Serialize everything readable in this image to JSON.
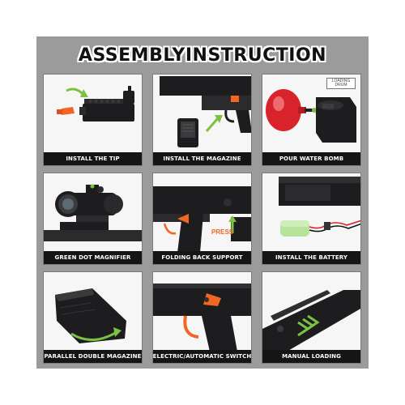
{
  "title": "ASSEMBLYINSTRUCTION",
  "colors": {
    "background": "#9b9b9b",
    "caption_bar": "#151515",
    "accent_orange": "#f26522",
    "accent_green": "#7cc242",
    "gun_black": "#1d1d1f"
  },
  "panels": [
    {
      "caption": "INSTALL THE TIP",
      "icon": "gun-barrel-tip-icon"
    },
    {
      "caption": "INSTALL THE MAGAZINE",
      "icon": "magazine-icon"
    },
    {
      "caption": "POUR WATER BOMB",
      "icon": "water-bomb-bottle-icon",
      "label": "LOADING DRUM"
    },
    {
      "caption": "GREEN DOT MAGNIFIER",
      "icon": "scope-icon"
    },
    {
      "caption": "FOLDING BACK SUPPORT",
      "icon": "stock-hinge-icon",
      "label": "PRESS"
    },
    {
      "caption": "INSTALL THE BATTERY",
      "icon": "battery-icon"
    },
    {
      "caption": "PARALLEL DOUBLE MAGAZINE",
      "icon": "double-magazine-icon"
    },
    {
      "caption": "ELECTRIC/AUTOMATIC SWITCH",
      "icon": "fire-switch-icon"
    },
    {
      "caption": "MANUAL LOADING",
      "icon": "charging-handle-icon"
    }
  ]
}
